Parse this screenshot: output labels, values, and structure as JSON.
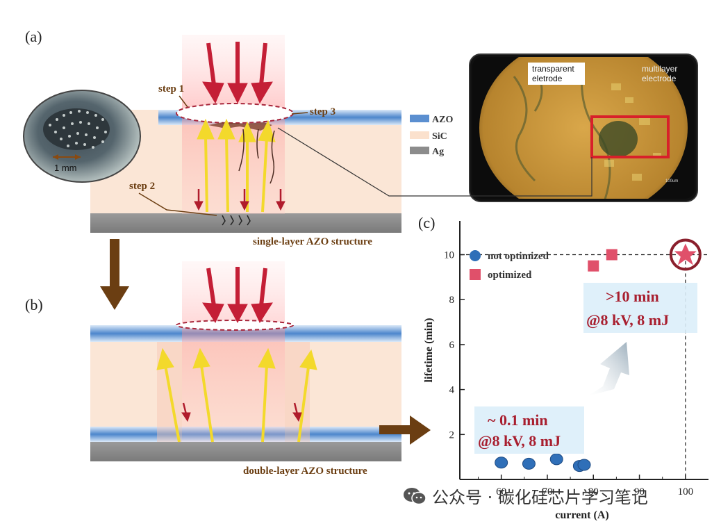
{
  "panels": {
    "a": "(a)",
    "b": "(b)",
    "c": "(c)"
  },
  "panel_a": {
    "step1": "step 1",
    "step2": "step 2",
    "step3": "step 3",
    "inset_scale": "1 mm",
    "caption": "single-layer AZO structure",
    "legend": [
      "AZO",
      "SiC",
      "Ag"
    ],
    "photo_left": "transparent eletrode",
    "photo_right": "multilayer electrode",
    "photo_scale": "100um"
  },
  "panel_b": {
    "caption": "double-layer AZO structure"
  },
  "chart_data": {
    "type": "scatter",
    "xlabel": "current (A)",
    "ylabel": "lifetime (min)",
    "xticks": [
      60,
      70,
      80,
      90,
      100
    ],
    "yticks": [
      2,
      4,
      6,
      8,
      10
    ],
    "xlim": [
      51,
      105
    ],
    "ylim": [
      0,
      11.5
    ],
    "reference_y": 10,
    "reference_x": 100,
    "series": [
      {
        "name": "not optimized",
        "marker": "circle",
        "color": "#2f6fb8",
        "x": [
          60,
          66,
          72,
          77,
          78
        ],
        "y": [
          0.75,
          0.7,
          0.9,
          0.6,
          0.65
        ]
      },
      {
        "name": "optimized",
        "marker": "square",
        "color": "#e0506a",
        "x": [
          80,
          84,
          100
        ],
        "y": [
          9.5,
          10,
          10
        ]
      }
    ],
    "annotations": [
      {
        "lines": [
          "~ 0.1 min",
          "@8 kV, 8 mJ"
        ]
      },
      {
        "lines": [
          ">10 min",
          "@8 kV, 8 mJ"
        ]
      }
    ],
    "legend_position": "top-left"
  },
  "watermark": {
    "text": "公众号 · 碳化硅芯片学习笔记"
  },
  "colors": {
    "azo": "#5b8fd0",
    "sic": "#fbe6d6",
    "ag": "#8c8c8c",
    "laser": "#e03040",
    "arrow_red": "#b01c2c",
    "arrow_yellow": "#f5dc30",
    "brown": "#6b3e12",
    "box_red": "#d8202a"
  }
}
